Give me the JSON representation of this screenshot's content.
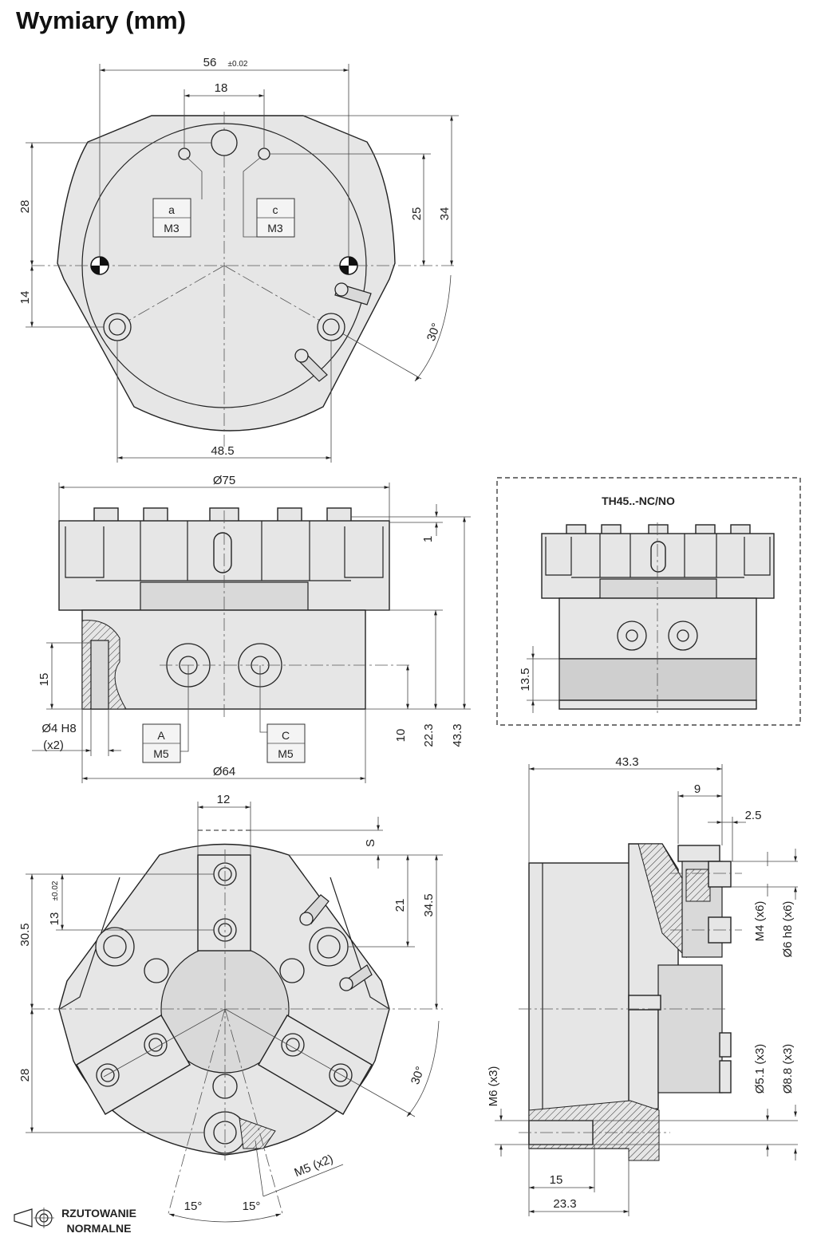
{
  "page": {
    "title": "Wymiary (mm)"
  },
  "top_view": {
    "dims": {
      "width_56": "56",
      "width_56_tol": "±0.02",
      "d18": "18",
      "d28": "28",
      "d14": "14",
      "d25": "25",
      "d34": "34",
      "angle30": "30°",
      "d48_5": "48.5"
    },
    "port_a": {
      "letter": "a",
      "thread": "M3"
    },
    "port_c": {
      "letter": "c",
      "thread": "M3"
    }
  },
  "side_view": {
    "dims": {
      "dia75": "Ø75",
      "d1": "1",
      "d15": "15",
      "pin_dia": "Ø4 H8",
      "pin_count": "(x2)",
      "d10": "10",
      "d22_3": "22.3",
      "d43_3": "43.3",
      "dia64": "Ø64"
    },
    "port_A": {
      "letter": "A",
      "thread": "M5"
    },
    "port_C": {
      "letter": "C",
      "thread": "M5"
    }
  },
  "variant_view": {
    "title": "TH45..-NC/NO",
    "dims": {
      "d13_5": "13.5"
    }
  },
  "bottom_view": {
    "dims": {
      "d12": "12",
      "s": "S",
      "d13": "13",
      "d13_tol": "±0.02",
      "d30_5": "30.5",
      "d21": "21",
      "d34_5": "34.5",
      "d28": "28",
      "angle30": "30°",
      "m5x2": "M5 (x2)",
      "angle15_left": "15°",
      "angle15_right": "15°"
    }
  },
  "section_view": {
    "dims": {
      "d43_3": "43.3",
      "d9": "9",
      "d2_5": "2.5",
      "m4x6": "M4 (x6)",
      "dia6x6": "Ø6 h8 (x6)",
      "m6x3": "M6 (x3)",
      "dia5_1x3": "Ø5.1 (x3)",
      "dia8_8x3": "Ø8.8 (x3)",
      "d15": "15",
      "d23_3": "23.3"
    }
  },
  "projection": {
    "line1": "RZUTOWANIE",
    "line2": "NORMALNE"
  }
}
